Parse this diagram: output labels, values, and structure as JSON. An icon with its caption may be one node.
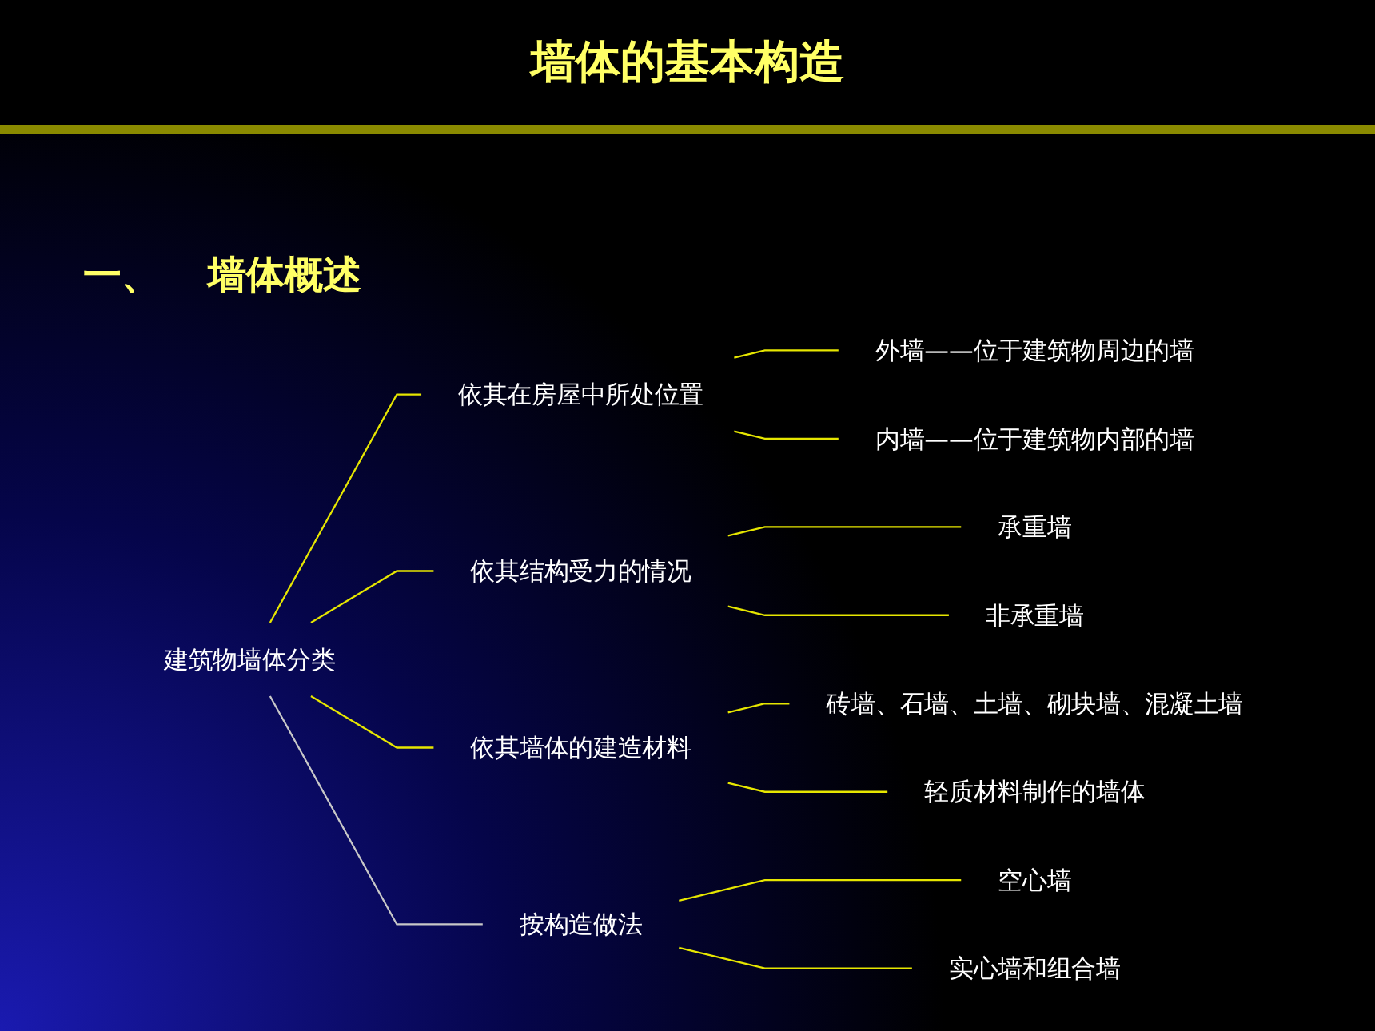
{
  "diagram": {
    "title": "墙体的基本构造",
    "nodes": [
      {
        "text": [
          "建筑物墙体分类"
        ]
      },
      {
        "text": [
          "依其在房屋中所处位置"
        ]
      },
      {
        "text": [
          "外墙——位于建筑物周边的墙"
        ]
      },
      {
        "text": [
          "内墙——位于建筑物内部的墙"
        ]
      },
      {
        "text": [
          "依其结构受力的情况"
        ]
      },
      {
        "text": [
          "承重墙"
        ]
      },
      {
        "text": [
          "非承重墙"
        ]
      },
      {
        "text": [
          "依其墙体的建造材料"
        ]
      },
      {
        "text": [
          "砖墙、石墙、土墙、砌块墙、混凝土墙"
        ]
      },
      {
        "text": [
          "轻质材料制作的墙体"
        ]
      },
      {
        "text": [
          "按构造做法"
        ]
      },
      {
        "text": [
          "空心墙"
        ]
      },
      {
        "text": [
          "实心墙和组合墙"
        ]
      }
    ],
    "edges": [
      {
        "from": 0,
        "to": 1,
        "arrow": "none"
      },
      {
        "from": 1,
        "to": 2,
        "arrow": "none"
      },
      {
        "from": 1,
        "to": 3,
        "arrow": "none"
      },
      {
        "from": 0,
        "to": 4,
        "arrow": "none"
      },
      {
        "from": 4,
        "to": 5,
        "arrow": "none"
      },
      {
        "from": 4,
        "to": 6,
        "arrow": "none"
      },
      {
        "from": 0,
        "to": 7,
        "arrow": "none"
      },
      {
        "from": 7,
        "to": 8,
        "arrow": "none"
      },
      {
        "from": 7,
        "to": 9,
        "arrow": "none"
      },
      {
        "from": 0,
        "to": 10,
        "arrow": "none",
        "color": "#c8c8c8"
      },
      {
        "from": 10,
        "to": 11,
        "arrow": "none"
      },
      {
        "from": 10,
        "to": 12,
        "arrow": "none"
      }
    ],
    "labels": [
      "一、",
      "墙体概述"
    ]
  }
}
